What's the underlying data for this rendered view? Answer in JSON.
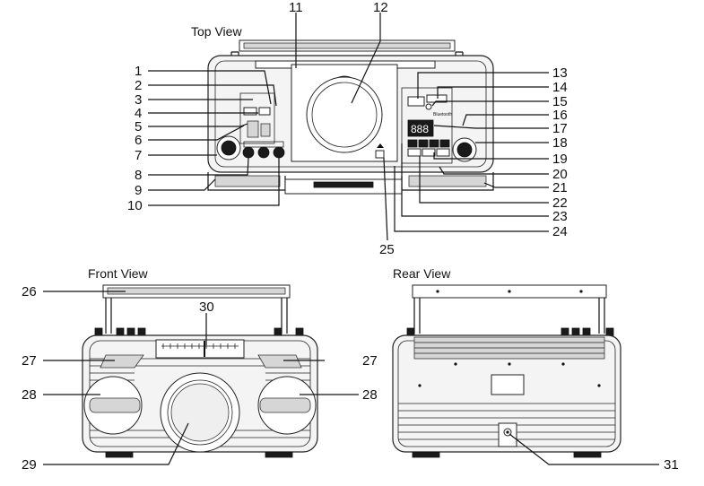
{
  "views": {
    "top": "Top View",
    "front": "Front View",
    "rear": "Rear View"
  },
  "labels": {
    "n1": "1",
    "n2": "2",
    "n3": "3",
    "n4": "4",
    "n5": "5",
    "n6": "6",
    "n7": "7",
    "n8": "8",
    "n9": "9",
    "n10": "10",
    "n11": "11",
    "n12": "12",
    "n13": "13",
    "n14": "14",
    "n15": "15",
    "n16": "16",
    "n17": "17",
    "n18": "18",
    "n19": "19",
    "n20": "20",
    "n21": "21",
    "n22": "22",
    "n23": "23",
    "n24": "24",
    "n25": "25",
    "n26": "26",
    "n27a": "27",
    "n27b": "27",
    "n28a": "28",
    "n28b": "28",
    "n29": "29",
    "n30": "30",
    "n31": "31"
  },
  "device_text": {
    "display": "888",
    "bluetooth": "Bluetooth"
  }
}
